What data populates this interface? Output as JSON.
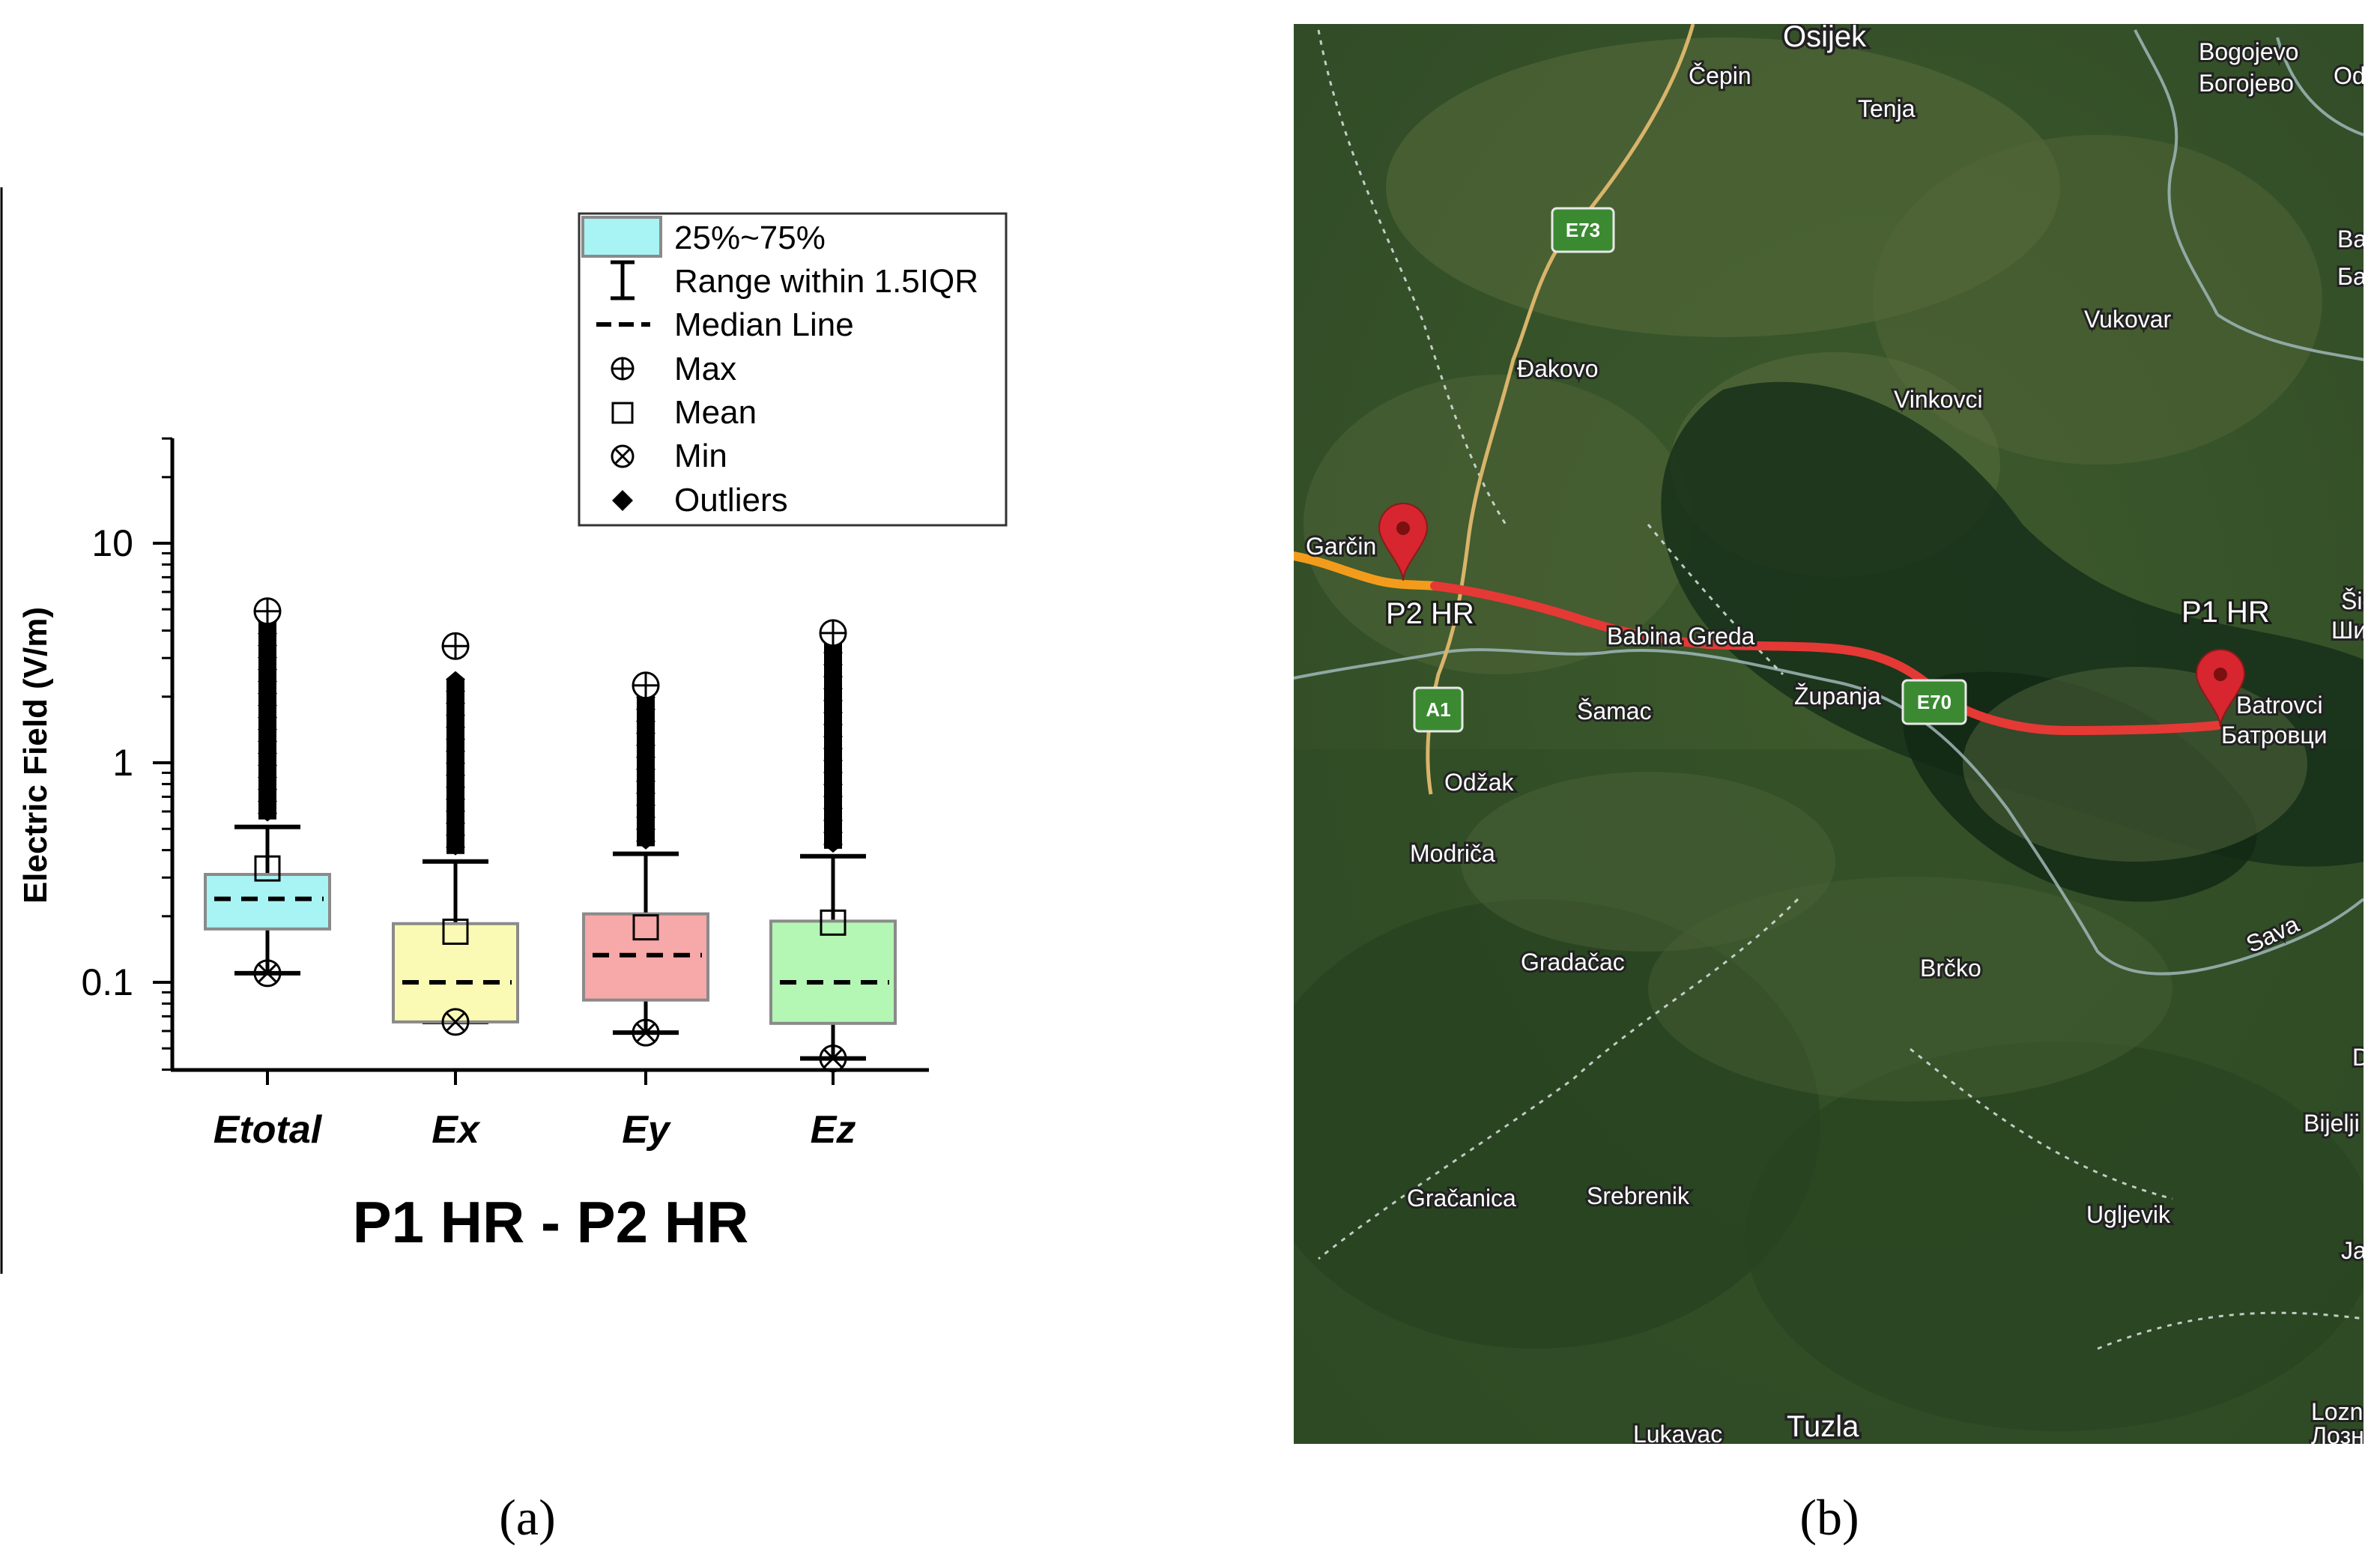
{
  "chart_data": {
    "type": "box",
    "title": "P1 HR - P2 HR",
    "ylabel": "Electric Field (V/m)",
    "yscale": "log",
    "ylim": [
      0.04,
      30
    ],
    "yticks": [
      {
        "value": 0.1,
        "label": "0.1"
      },
      {
        "value": 1,
        "label": "1"
      },
      {
        "value": 10,
        "label": "10"
      }
    ],
    "categories": [
      "Etotal",
      "Ex",
      "Ey",
      "Ez"
    ],
    "boxes": [
      {
        "name": "Etotal",
        "q1": 0.175,
        "median": 0.24,
        "q3": 0.31,
        "mean": 0.33,
        "whisker_low": 0.11,
        "whisker_high": 0.51,
        "min": 0.11,
        "max": 4.9,
        "outlier_top": 4.4,
        "color": "#a8f4f4"
      },
      {
        "name": "Ex",
        "q1": 0.066,
        "median": 0.1,
        "q3": 0.185,
        "mean": 0.17,
        "whisker_low": 0.066,
        "whisker_high": 0.355,
        "min": 0.066,
        "max": 3.4,
        "outlier_top": 2.4,
        "color": "#fafab4"
      },
      {
        "name": "Ey",
        "q1": 0.083,
        "median": 0.133,
        "q3": 0.205,
        "mean": 0.178,
        "whisker_low": 0.059,
        "whisker_high": 0.385,
        "min": 0.059,
        "max": 2.25,
        "outlier_top": 2.25,
        "color": "#f7a8a8"
      },
      {
        "name": "Ez",
        "q1": 0.065,
        "median": 0.1,
        "q3": 0.19,
        "mean": 0.187,
        "whisker_low": 0.045,
        "whisker_high": 0.375,
        "min": 0.045,
        "max": 3.9,
        "outlier_top": 3.6,
        "color": "#b4f6b4"
      }
    ],
    "legend": [
      {
        "symbol": "box",
        "label": "25%~75%"
      },
      {
        "symbol": "whisker",
        "label": "Range within 1.5IQR"
      },
      {
        "symbol": "median",
        "label": "Median Line"
      },
      {
        "symbol": "max",
        "label": "Max"
      },
      {
        "symbol": "mean",
        "label": "Mean"
      },
      {
        "symbol": "min",
        "label": "Min"
      },
      {
        "symbol": "outlier",
        "label": "Outliers"
      }
    ],
    "legend_position": "top-right"
  },
  "panels": {
    "a_label": "(a)",
    "b_label": "(b)"
  },
  "map": {
    "places": [
      "Osijek",
      "Čepin",
      "Tenja",
      "Bogojevo",
      "Богојево",
      "Od",
      "Ba",
      "Ба",
      "Vukovar",
      "Đakovo",
      "Vinkovci",
      "Garčin",
      "Babina Greda",
      "Šamac",
      "Županja",
      "Batrovci",
      "Батровци",
      "Šid",
      "Ши",
      "Odžak",
      "Modriča",
      "Gradačac",
      "Brčko",
      "Sava",
      "Bijelji",
      "Gračanica",
      "Srebrenik",
      "Ugljevik",
      "Ja",
      "Lukavac",
      "Tuzla",
      "Lozn",
      "Лозн",
      "D"
    ],
    "shields": [
      "E73",
      "A1",
      "E70"
    ],
    "pins": [
      "P2 HR",
      "P1 HR"
    ],
    "colors": {
      "route": "#e53935",
      "route_west": "#f39c1b",
      "pin": "#d7262f"
    }
  }
}
